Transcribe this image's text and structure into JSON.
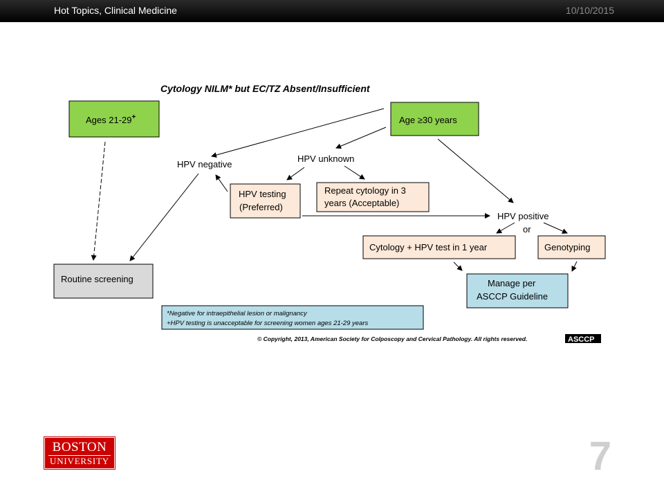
{
  "header": {
    "title": "Hot Topics, Clinical Medicine",
    "date": "10/10/2015"
  },
  "diagram": {
    "title": "Cytology NILM* but EC/TZ Absent/Insufficient",
    "nodes": {
      "ages_21_29": "Ages 21-29",
      "ages_21_29_sup": "+",
      "age_30": "Age ≥30 years",
      "hpv_negative": "HPV negative",
      "hpv_unknown": "HPV unknown",
      "hpv_testing_l1": "HPV testing",
      "hpv_testing_l2": "(Preferred)",
      "repeat_cytology_l1": "Repeat cytology in 3",
      "repeat_cytology_l2": "years (Acceptable)",
      "hpv_positive": "HPV positive",
      "or": "or",
      "cytology_hpv_1yr": "Cytology + HPV test in 1 year",
      "genotyping": "Genotyping",
      "routine_screening": "Routine screening",
      "manage_l1": "Manage per",
      "manage_l2": "ASCCP Guideline"
    },
    "footnotes": [
      "*Negative for intraepithelial lesion or malignancy",
      "+HPV testing is unacceptable for screening women ages 21-29 years"
    ],
    "copyright": "© Copyright, 2013, American Society for Colposcopy and Cervical Pathology. All rights reserved.",
    "logo_text": "ASCCP",
    "colors": {
      "green": "#8fd24c",
      "peach": "#fde9d9",
      "gray": "#d9d9d9",
      "blue": "#b7dde8",
      "border": "#000000"
    }
  },
  "logo": {
    "line1": "BOSTON",
    "line2": "UNIVERSITY",
    "color": "#cc0000"
  },
  "page_number": "7"
}
